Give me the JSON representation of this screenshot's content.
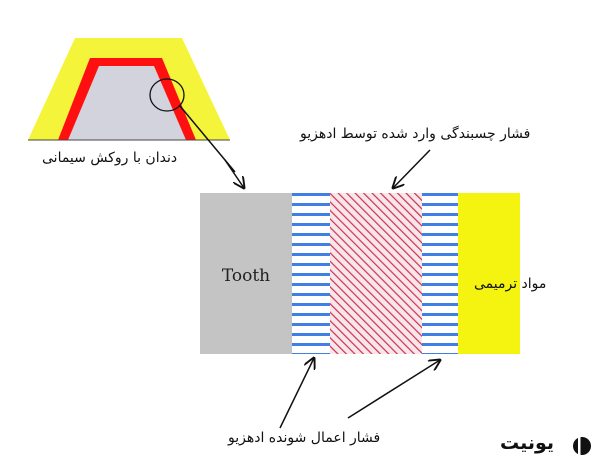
{
  "labels": {
    "tooth_crown": "دندان با روکش سیمانی",
    "adhesion_pressure": "فشار چسبندگی وارد شده توسط ادهزیو",
    "applied_pressure": "فشار اعمال شونده ادهزیو",
    "restorative_material": "مواد ترمیمی",
    "tooth": "Tooth"
  },
  "logo": {
    "text": "یونیت"
  },
  "colors": {
    "crown_yellow": "#f4f43a",
    "crown_red": "#ff1010",
    "tooth_gray": "#c4c4c4",
    "adhesive_blue": "#3f7fe6",
    "hatch_red": "#d03050",
    "hatch_bg": "#f7e6ea",
    "restoration_yellow": "#f4f410"
  }
}
